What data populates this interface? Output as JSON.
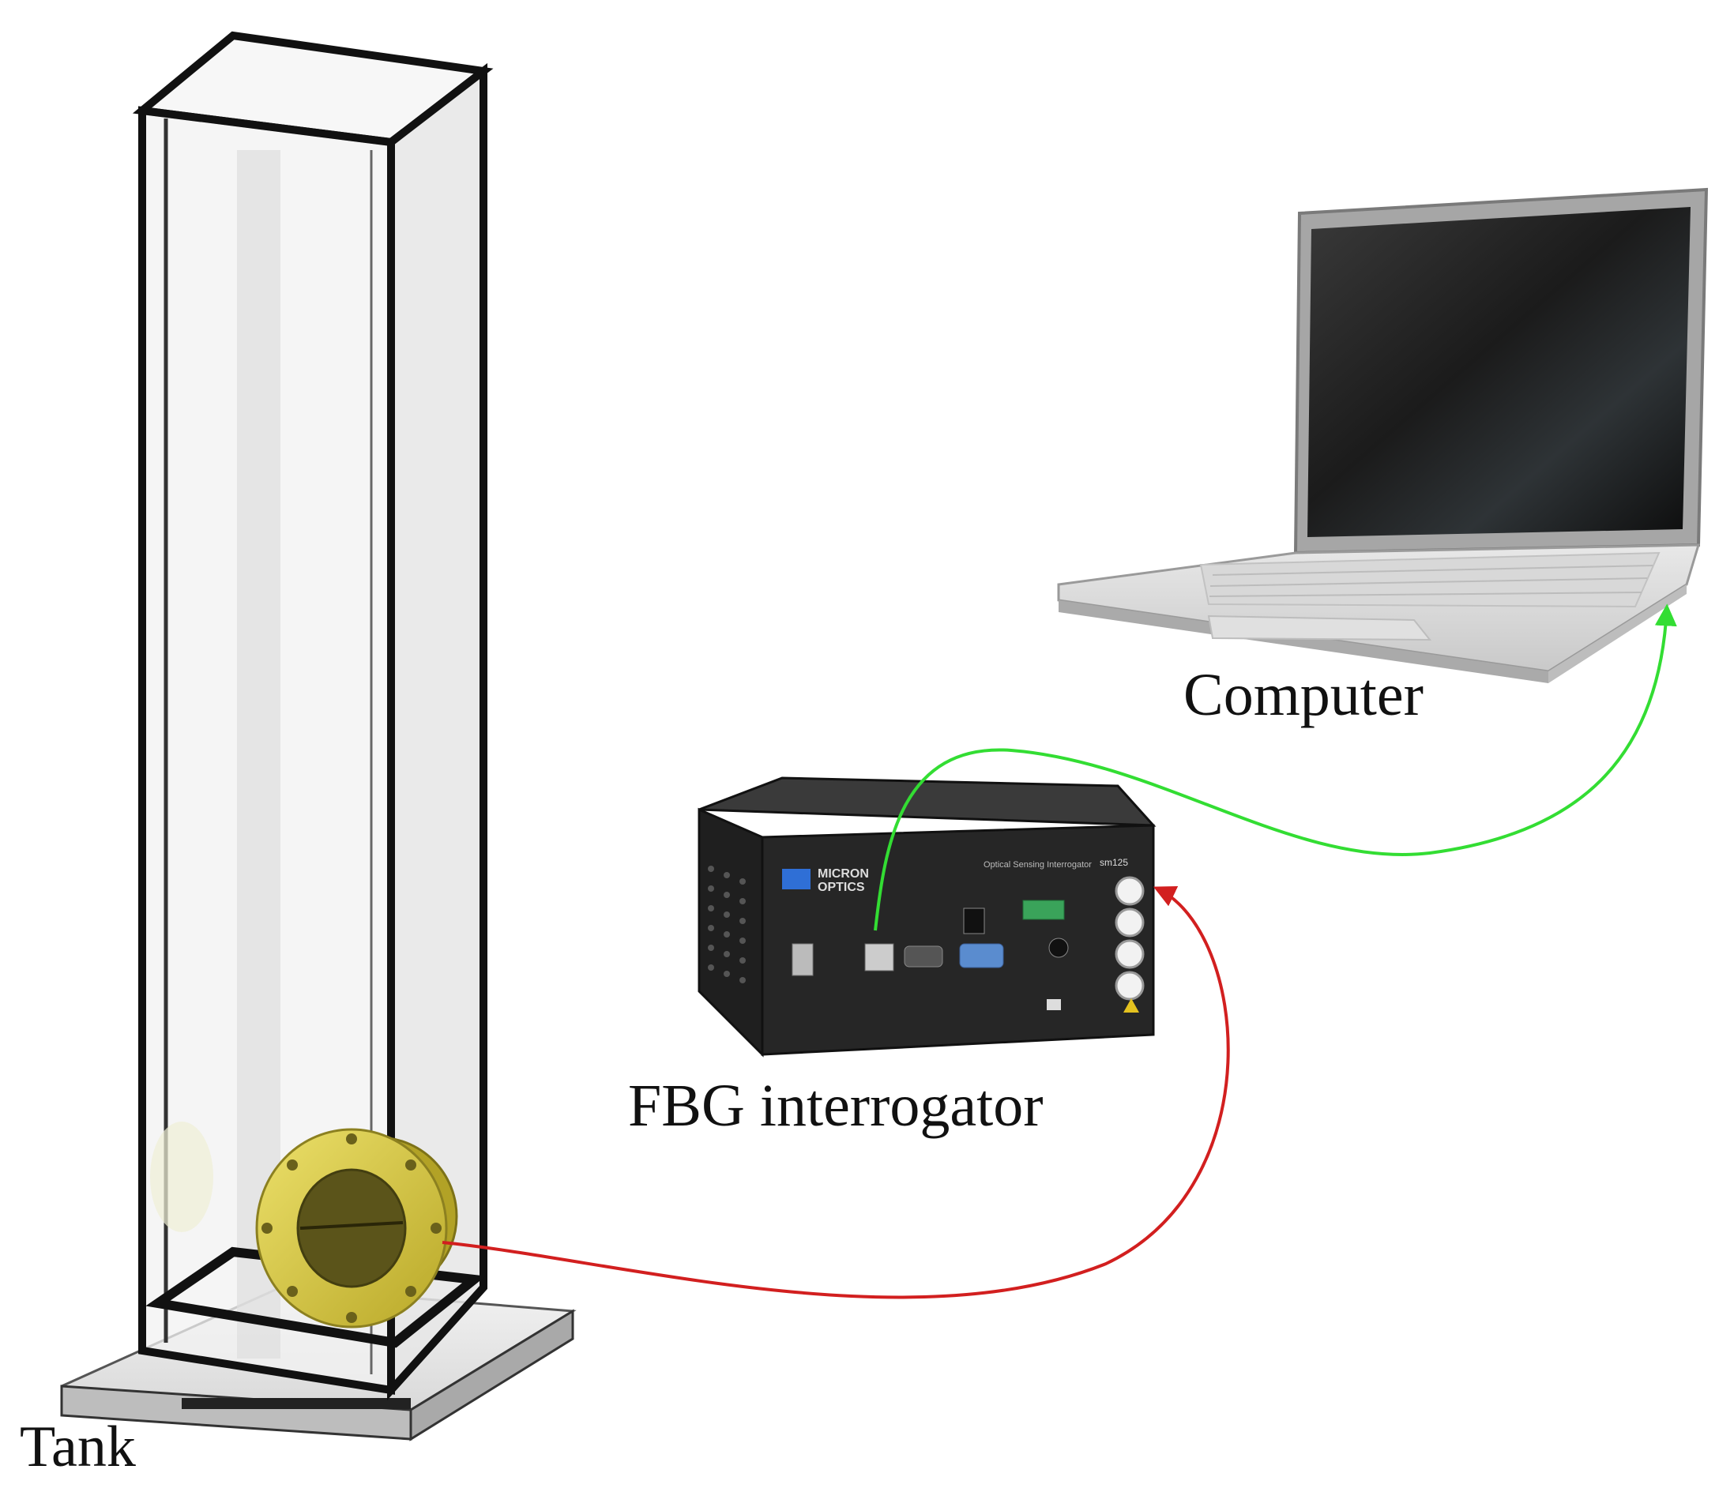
{
  "labels": {
    "tank": "Tank",
    "interrogator": "FBG interrogator",
    "computer": "Computer"
  },
  "interrogator_panel": {
    "brand_line1": "MICRON",
    "brand_line2": "OPTICS",
    "device_title": "Optical Sensing Interrogator",
    "model": "sm125"
  },
  "colors": {
    "fiber_cable": "#d21f1f",
    "data_cable": "#33dd33",
    "sensor_ring": "#d8c93a",
    "device_body": "#262626",
    "brand_blue": "#2f6fd6"
  },
  "icons": {
    "tank": "glass-tank-icon",
    "sensor": "fbg-sensor-ring-icon",
    "interrogator": "interrogator-device-icon",
    "computer": "laptop-icon",
    "laser_warning": "laser-warning-icon"
  }
}
